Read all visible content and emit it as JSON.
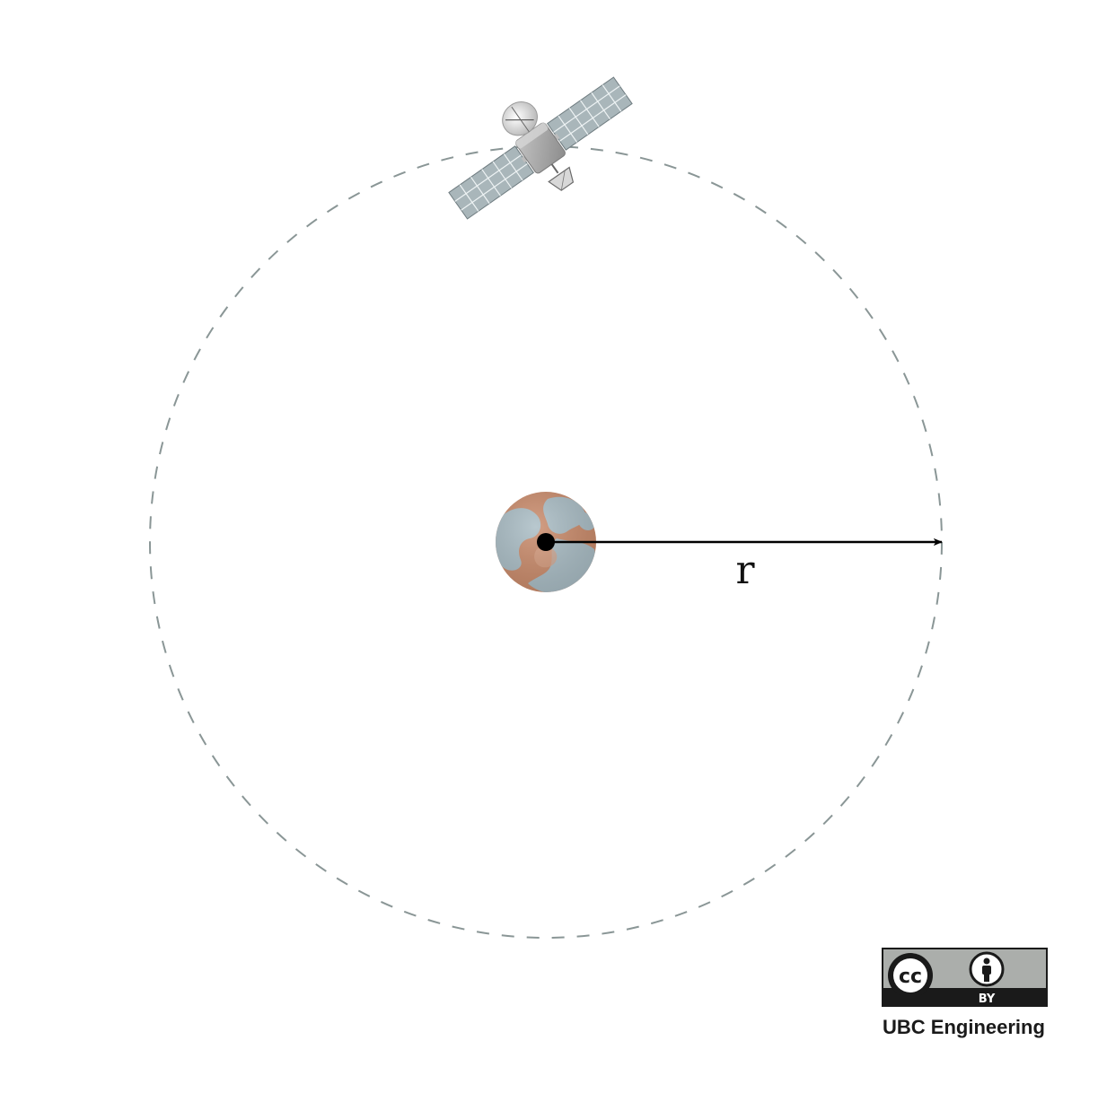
{
  "diagram": {
    "radius_label": "r"
  },
  "license_badge": {
    "cc_label": "cc",
    "by_label": "BY",
    "credit": "UBC Engineering"
  },
  "colors": {
    "orbit": "#8a9696",
    "arrow": "#000000",
    "planet_land": "#c98a6a",
    "planet_water": "#a9bcc4",
    "solar_panel": "#a9b6ba",
    "satellite_body": "#9a9a9a",
    "badge_grey": "#abaeab",
    "badge_dark": "#1a1a1a"
  },
  "icons": [
    "satellite-icon",
    "planet-icon",
    "cc-icon",
    "attribution-person-icon"
  ]
}
